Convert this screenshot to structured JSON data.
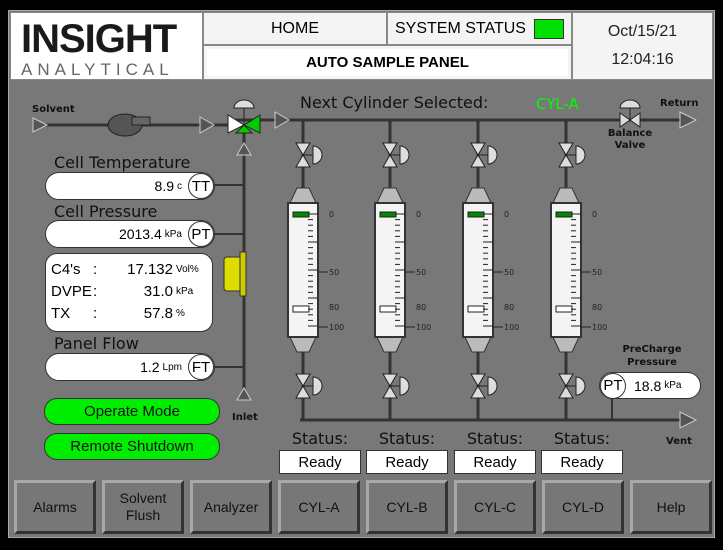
{
  "header": {
    "logo_top": "INSIGHT",
    "logo_bottom": "ANALYTICAL",
    "home": "HOME",
    "system_status": "SYSTEM STATUS",
    "system_status_color": "#00e000",
    "panel_title": "AUTO SAMPLE PANEL",
    "date": "Oct/15/21",
    "time": "12:04:16"
  },
  "diagram": {
    "solvent": "Solvent",
    "inlet": "Inlet",
    "return": "Return",
    "vent": "Vent",
    "balance_valve": "Balance Valve",
    "next_label": "Next Cylinder Selected:",
    "next_value": "CYL-A",
    "precharge_label": "PreCharge Pressure",
    "precharge_tag": "PT",
    "precharge_value": "18.8",
    "precharge_unit": "kPa",
    "scale": [
      "0",
      "50",
      "80",
      "100"
    ]
  },
  "readings": {
    "cell_temp": {
      "label": "Cell Temperature",
      "value": "8.9",
      "unit": "c",
      "tag": "TT"
    },
    "cell_pressure": {
      "label": "Cell Pressure",
      "value": "2013.4",
      "unit": "kPa",
      "tag": "PT"
    },
    "analyzer": [
      {
        "name": "C4's",
        "sep": ":",
        "value": "17.132",
        "unit": "Vol%"
      },
      {
        "name": "DVPE",
        "sep": ":",
        "value": "31.0",
        "unit": "kPa"
      },
      {
        "name": "TX",
        "sep": ":",
        "value": "57.8",
        "unit": "%"
      }
    ],
    "panel_flow": {
      "label": "Panel Flow",
      "value": "1.2",
      "unit": "Lpm",
      "tag": "FT"
    }
  },
  "mode_buttons": {
    "operate": "Operate Mode",
    "shutdown": "Remote Shutdown"
  },
  "cylinders": [
    {
      "id": "CYL-A",
      "status_label": "Status:",
      "status": "Ready"
    },
    {
      "id": "CYL-B",
      "status_label": "Status:",
      "status": "Ready"
    },
    {
      "id": "CYL-C",
      "status_label": "Status:",
      "status": "Ready"
    },
    {
      "id": "CYL-D",
      "status_label": "Status:",
      "status": "Ready"
    }
  ],
  "nav": [
    "Alarms",
    "Solvent Flush",
    "Analyzer",
    "CYL-A",
    "CYL-B",
    "CYL-C",
    "CYL-D",
    "Help"
  ]
}
